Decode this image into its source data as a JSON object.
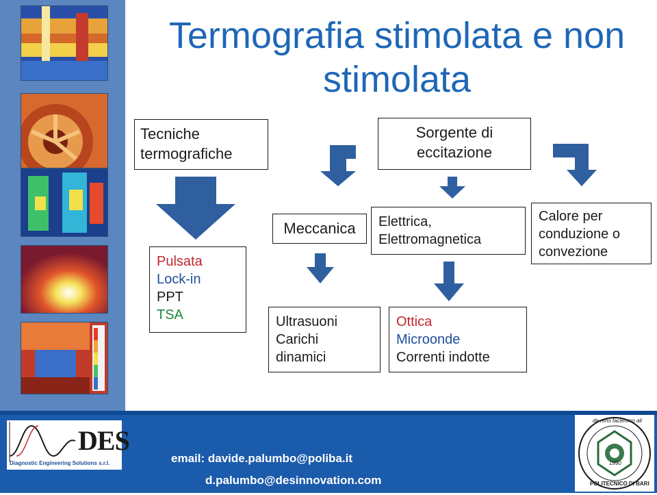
{
  "slide": {
    "title": "Termografia stimolata e non stimolata"
  },
  "boxes": {
    "tecniche": [
      "Tecniche",
      "termografiche"
    ],
    "sorgente": [
      "Sorgente di",
      "eccitazione"
    ],
    "meccanica": [
      "Meccanica"
    ],
    "elettrica": [
      "Elettrica,",
      "Elettromagnetica"
    ],
    "calore": [
      "Calore per",
      "conduzione o",
      "convezione"
    ],
    "tecniche_list": [
      "Pulsata",
      "Lock-in",
      "PPT",
      "TSA"
    ],
    "meccanica_list": [
      "Ultrasuoni",
      "Carichi",
      "dinamici"
    ],
    "elettrica_list": [
      "Ottica",
      "Microonde",
      "Correnti indotte"
    ]
  },
  "footer": {
    "logo_des": "DES",
    "logo_tagline": "Diagnostic Engineering Solutions s.r.l.",
    "email_line1": "email: davide.palumbo@poliba.it",
    "email_line2": "d.palumbo@desinnovation.com",
    "seal_text_top": "de remi facemmo ali",
    "seal_year": "1990",
    "seal_text_bottom": "POLITECNICO DI BARI"
  },
  "colors": {
    "accent": "#1f67b6",
    "sidebar": "#5b86bf",
    "footer": "#1b5bab",
    "arrow": "#2f5f9e",
    "red_text": "#c0272d",
    "blue_text": "#1f4e9a",
    "green_text": "#1a8a3a"
  }
}
